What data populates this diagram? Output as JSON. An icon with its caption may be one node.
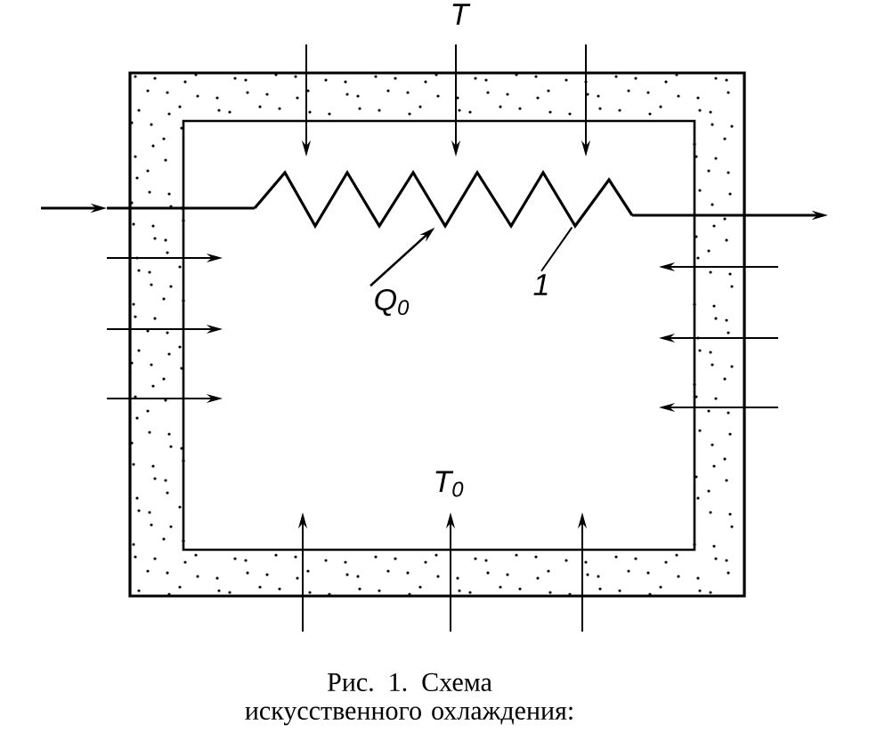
{
  "diagram": {
    "caption": "Рис. 1. Схема искусственного охлаждения:",
    "nodes": [
      {
        "text": [],
        "shape": "coil"
      },
      {
        "text": [
          "Q$_{0}$"
        ]
      },
      {
        "text": [
          "1"
        ]
      }
    ],
    "edges": [
      {
        "from": 1,
        "to": 0,
        "arrow": "to"
      },
      {
        "from": 2,
        "to": 0,
        "arrow": "none"
      }
    ],
    "labels": [
      "T",
      "T$_{0}$"
    ]
  }
}
